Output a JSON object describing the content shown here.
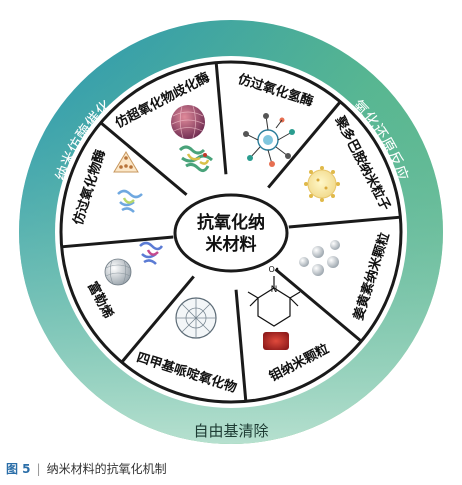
{
  "diagram": {
    "center": {
      "line1": "抗氧化纳",
      "line2": "米材料"
    },
    "outer_ring": {
      "left": "纳米仿酶催化",
      "right": "氧化还原反应",
      "bottom": "自由基清除"
    },
    "segments": [
      {
        "label": "仿过氧化氢酶"
      },
      {
        "label": "聚多巴胺纳米粒子"
      },
      {
        "label": "姜黄素纳米颗粒"
      },
      {
        "label": "钼纳米颗粒"
      },
      {
        "label": "四甲基哌啶氧化物"
      },
      {
        "label": "富勒烯"
      },
      {
        "label": "仿过氧化物酶"
      },
      {
        "label": "仿超氧化物歧化酶"
      }
    ],
    "chemical": {
      "radical": "O•",
      "nitrogen": "N"
    }
  },
  "caption": {
    "figure": "图 5",
    "text": "纳米材料的抗氧化机制"
  },
  "colors": {
    "ring_left": "#2f9fb1",
    "ring_right": "#55b36b",
    "ring_bottom": "#8fcfb2",
    "segment_border": "#1a1a1a"
  }
}
